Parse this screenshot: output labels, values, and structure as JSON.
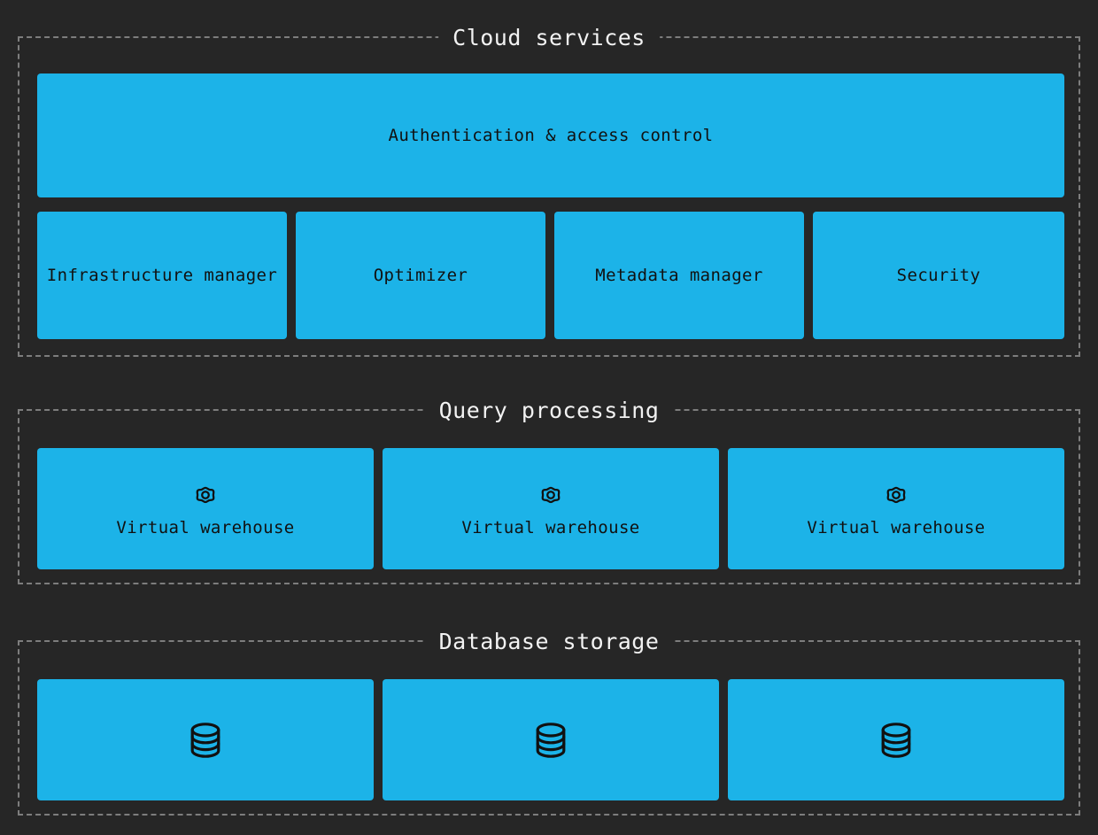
{
  "theme": {
    "background": "#262626",
    "node_fill": "#1CB3E8",
    "node_text": "#111111",
    "group_border": "#7d7d7d",
    "title_text": "#f2f2f2"
  },
  "sections": [
    {
      "id": "cloud-services",
      "title": "Cloud services",
      "nodes": [
        {
          "id": "auth",
          "label": "Authentication & access control",
          "icon": ""
        },
        {
          "id": "infra",
          "label": "Infrastructure manager",
          "icon": ""
        },
        {
          "id": "optimizer",
          "label": "Optimizer",
          "icon": ""
        },
        {
          "id": "metadata",
          "label": "Metadata manager",
          "icon": ""
        },
        {
          "id": "security",
          "label": "Security",
          "icon": ""
        }
      ]
    },
    {
      "id": "query-processing",
      "title": "Query processing",
      "nodes": [
        {
          "id": "vw-1",
          "label": "Virtual warehouse",
          "icon": "gear-icon"
        },
        {
          "id": "vw-2",
          "label": "Virtual warehouse",
          "icon": "gear-icon"
        },
        {
          "id": "vw-3",
          "label": "Virtual warehouse",
          "icon": "gear-icon"
        }
      ]
    },
    {
      "id": "database-storage",
      "title": "Database storage",
      "nodes": [
        {
          "id": "db-1",
          "label": "",
          "icon": "database-icon"
        },
        {
          "id": "db-2",
          "label": "",
          "icon": "database-icon"
        },
        {
          "id": "db-3",
          "label": "",
          "icon": "database-icon"
        }
      ]
    }
  ]
}
